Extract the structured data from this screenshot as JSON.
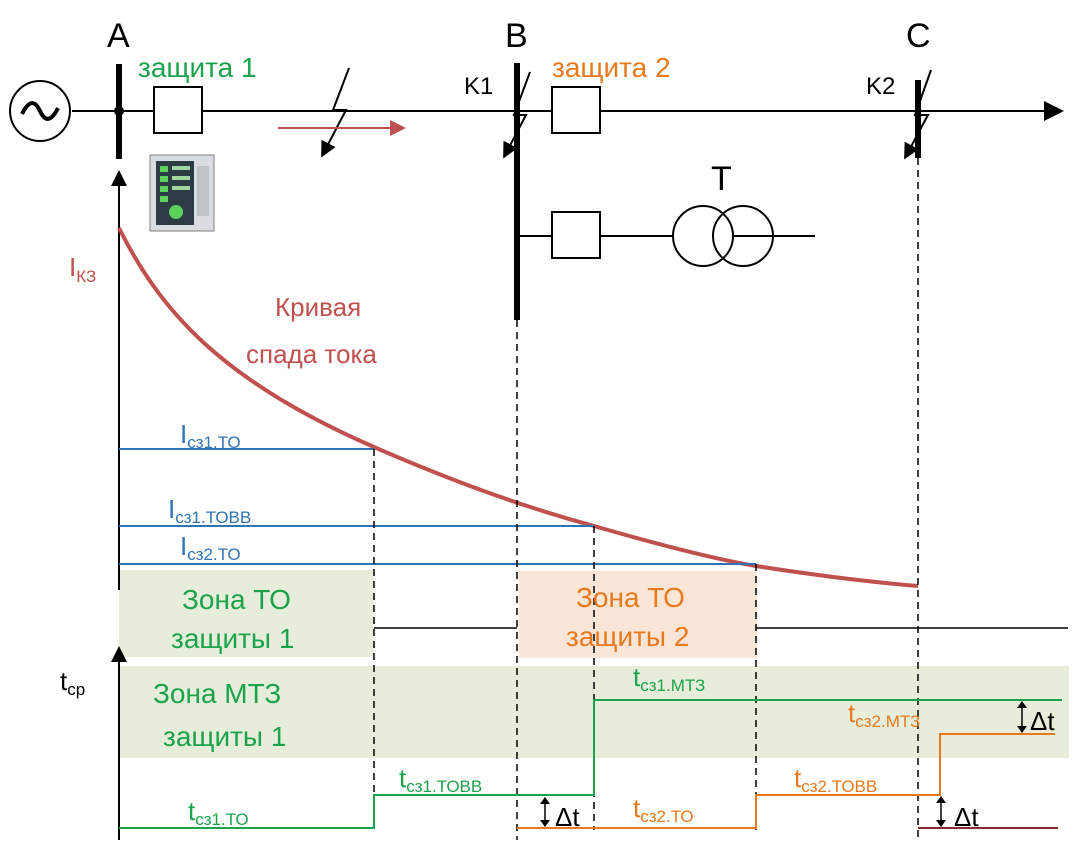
{
  "colors": {
    "green": "#1aa34a",
    "orange": "#e8791c",
    "blue": "#2f74b5",
    "red": "#c0504d",
    "black": "#000000",
    "zone_green": "#e6eedb",
    "zone_orange": "#fbe5d6"
  },
  "icons": {
    "generator": "ac-source-icon",
    "device": "relay-device-icon",
    "fault": "lightning-fault-icon"
  },
  "buses": {
    "a": "A",
    "b": "B",
    "c": "C"
  },
  "faults": {
    "k1": "K1",
    "k2": "K2"
  },
  "protections": {
    "p1": "защита 1",
    "p2": "защита 2"
  },
  "transformer": "Т",
  "current": {
    "label": "I",
    "label_sub": "КЗ",
    "curve_label_1": "Кривая",
    "curve_label_2": "спада тока"
  },
  "thresholds": {
    "i_sz1_to": {
      "base": "I",
      "sub": "сз1.ТО"
    },
    "i_sz1_tovv": {
      "base": "I",
      "sub": "сз1.ТОВВ"
    },
    "i_sz2_to": {
      "base": "I",
      "sub": "сз2.ТО"
    }
  },
  "zones": {
    "to1_line1": "Зона ТО",
    "to1_line2": "защиты 1",
    "to2_line1": "Зона ТО",
    "to2_line2": "защиты 2",
    "mtz1_line1": "Зона МТЗ",
    "mtz1_line2": "защиты 1"
  },
  "time": {
    "axis_label": "t",
    "axis_sub": "ср",
    "t_sz1_to": {
      "base": "t",
      "sub": "сз1.ТО"
    },
    "t_sz1_tovv": {
      "base": "t",
      "sub": "сз1.ТОВВ"
    },
    "t_sz1_mtz": {
      "base": "t",
      "sub": "сз1.МТЗ"
    },
    "t_sz2_to": {
      "base": "t",
      "sub": "сз2.ТО"
    },
    "t_sz2_tovv": {
      "base": "t",
      "sub": "сз2.ТОВВ"
    },
    "t_sz2_mtz": {
      "base": "t",
      "sub": "сз2.МТЗ"
    },
    "delta": "Δt"
  }
}
